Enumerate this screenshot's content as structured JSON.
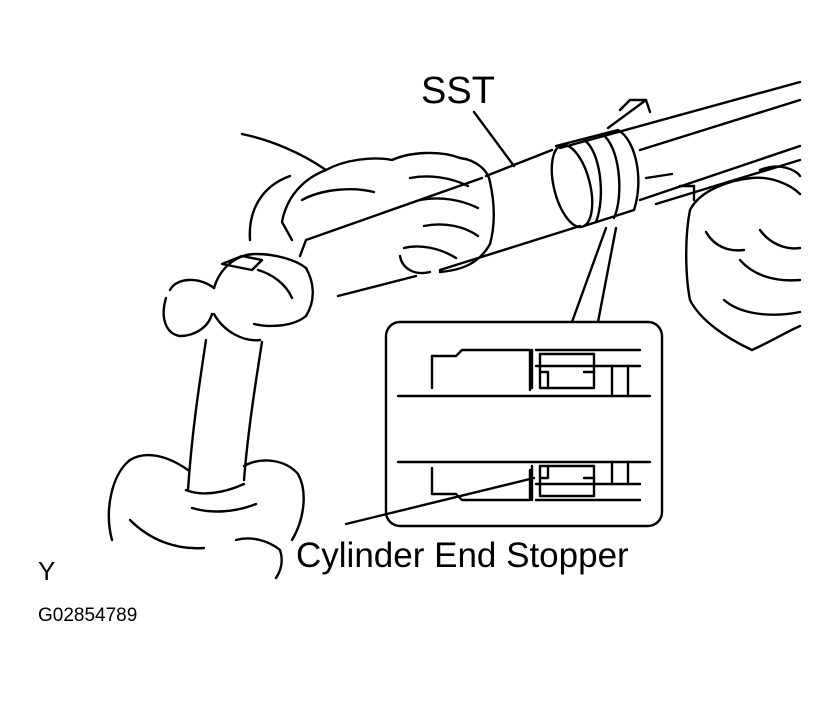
{
  "figure": {
    "labels": {
      "sst": "SST",
      "cylinder_end_stopper": "Cylinder End Stopper",
      "view_letter": "Y",
      "figure_code": "G02854789"
    },
    "line_color": "#000000",
    "fill_color": "#ffffff"
  }
}
